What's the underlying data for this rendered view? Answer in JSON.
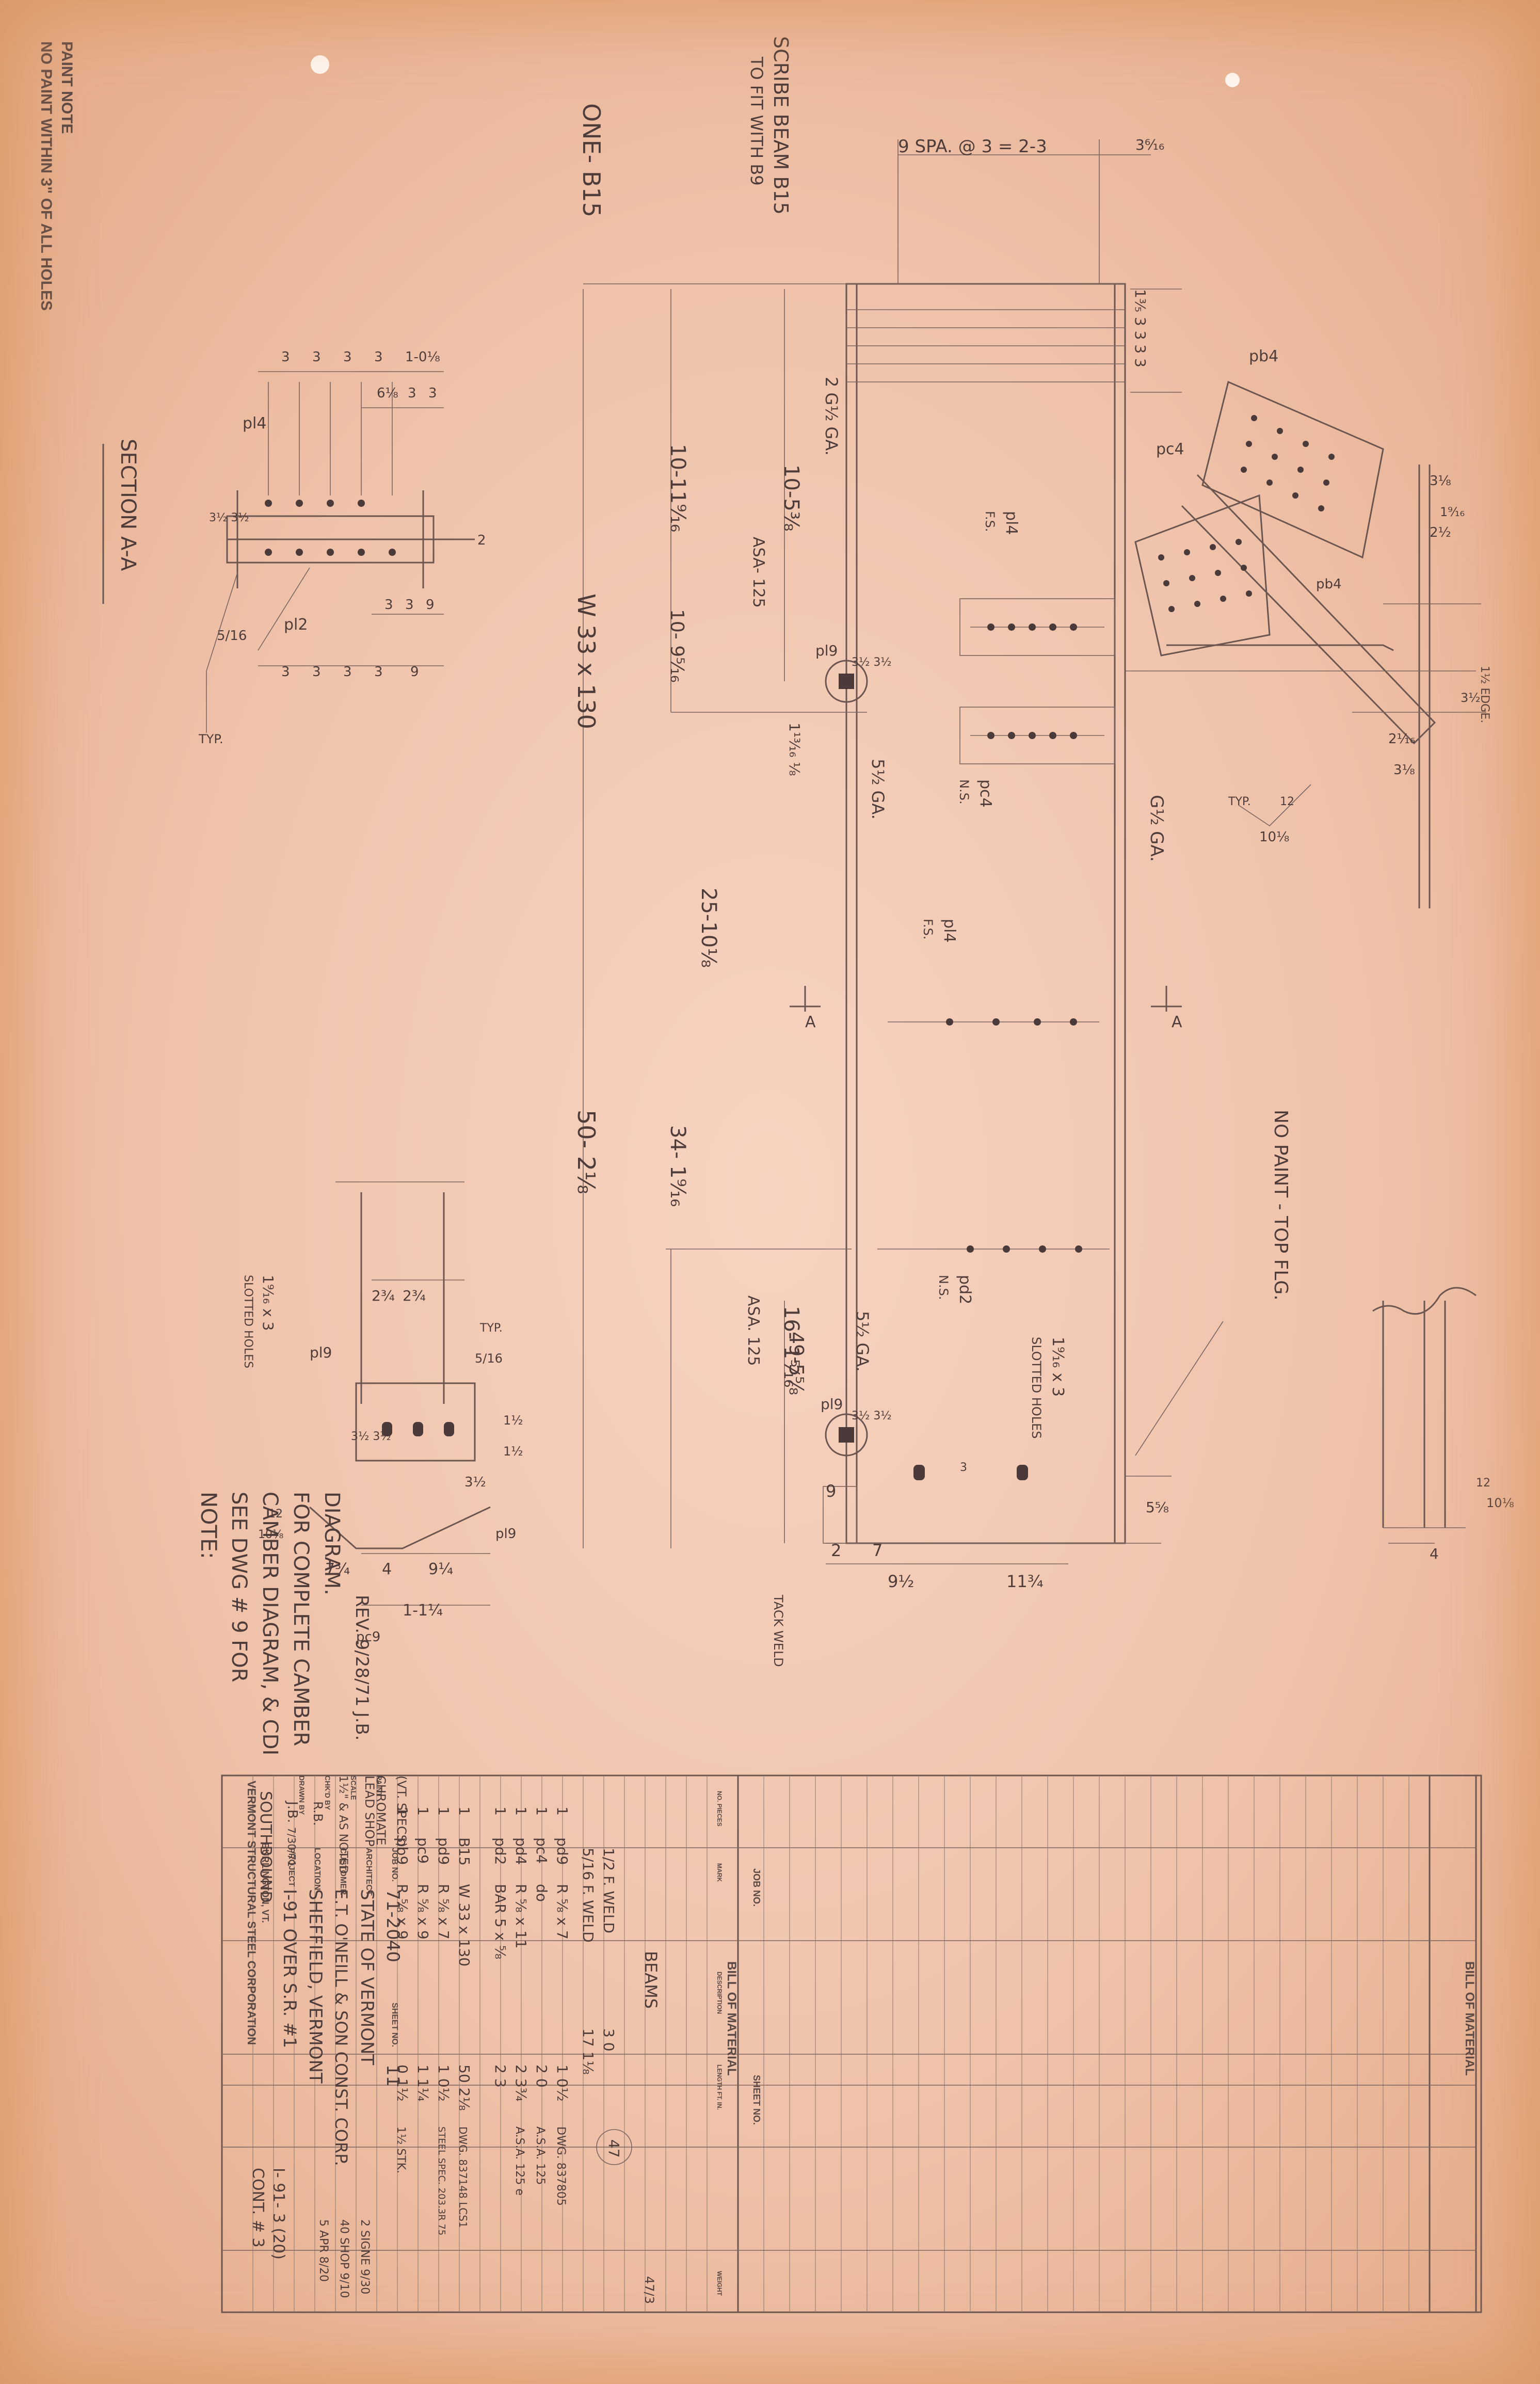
{
  "paint_note": {
    "line1": "PAINT NOTE",
    "line2": "NO PAINT WITHIN 3\" OF ALL HOLES"
  },
  "section": {
    "title": "SECTION A-A",
    "dims_top": [
      "3",
      "3",
      "3",
      "3",
      "1-0⅛"
    ],
    "dims_mid": [
      "6⅛",
      "3",
      "3"
    ],
    "dims_bot": [
      "3",
      "3",
      "3",
      "3",
      "9"
    ],
    "dims_bot2": [
      "3",
      "3",
      "9"
    ],
    "pl4": "pl4",
    "pl2": "pl2",
    "weld": "5/16",
    "typ": "TYP.",
    "side": "3½ 3½",
    "two": "2"
  },
  "main": {
    "scribe1": "SCRIBE BEAM B15",
    "scribe2": "TO FIT WITH B9",
    "one_b15": "ONE- B15",
    "w33": "W 33 x 130",
    "len_total": "50- 2⅛",
    "spa": "9  SPA. @ 3 = 2-3",
    "spa_end": "3⁶⁄₁₆",
    "top_stack": "1⅗ 3 3 3 3",
    "dim_10_11": "10-11⁹⁄₁₆",
    "dim_10_5": "10-5⅜",
    "dim_10_9": "10- 9⁵⁄₁₆",
    "asa1": "ASA- 125",
    "ga_top": "2 G½ GA.",
    "ga_mid": "5½ GA.",
    "ga_right": "G½ GA.",
    "pl9_top": "pl9",
    "pl9_bot": "pl9",
    "dim_1316": "1¹³⁄₁₆ ⅛",
    "dim_25": "25-10⅛",
    "dim_34": "34- 1⁹⁄₁₆",
    "dim_16": "16- 1⁵⁄₁₆",
    "asa2": "ASA. 125",
    "dim_49": "49-5⅝",
    "ga_bot": "5½ GA.",
    "slotted1": "1⁹⁄₁₆ x 3",
    "slotted1b": "SLOTTED HOLES",
    "nopaint": "NO PAINT - TOP FLG.",
    "pl4_fs1": "pl4",
    "fs1": "F.S.",
    "pl4_fs2": "pl4",
    "fs2": "F.S.",
    "pc4_ns": "pc4",
    "ns1": "N.S.",
    "pd2_ns": "pd2",
    "ns2": "N.S.",
    "pb4": "pb4",
    "pc4": "pc4",
    "pb4_2": "pb4",
    "a_mark": "A",
    "a_mark2": "A",
    "bottom_2": "2",
    "bottom_7": "7",
    "bottom_9": "9",
    "bottom_9half": "9½",
    "bottom_11": "11¾",
    "bottom_58": "5⅝",
    "tack": "TACK WELD",
    "three_h": "3½ 3½",
    "three_h2": "3½ 3½",
    "three": "3",
    "right_dims": [
      "3⅛",
      "1⁹⁄₁₆",
      "2½"
    ],
    "right_dims2": [
      "2¹⁄₁₆",
      "3⅛"
    ],
    "slope": "10⅛",
    "slope2": "12",
    "typ_right": "TYP.",
    "edge_right": "1½ EDGE.",
    "edge_right2": "3½"
  },
  "detail": {
    "dims_top": [
      "2¾",
      "2¾"
    ],
    "slotted": "1⁹⁄₁₆ x 3",
    "slotted_b": "SLOTTED HOLES",
    "pl9": "pl9",
    "typ": "TYP.",
    "weld": "5/16",
    "dims_side": [
      "1½",
      "3½ 3½",
      "1½"
    ],
    "dims_bot": [
      "7¾",
      "4",
      "9¼"
    ],
    "dim_11": "1-1¼",
    "dim_3half": "3½",
    "slope": "12",
    "slope_b": "10⅛",
    "pl9b": "pl9",
    "pc9": "pc9"
  },
  "note": {
    "title": "NOTE:",
    "line1": "SEE DWG # 9 FOR",
    "line2": "CAMBER DIAGRAM, & CDI",
    "line3": "FOR COMPLETE CAMBER",
    "line4": "DIAGRAM.",
    "rev": "REV. 9/28/71  J.B."
  },
  "right_detail": {
    "slope": "12",
    "slope_b": "10⅛",
    "dim": "4"
  },
  "title_block": {
    "company": "VERMONT STRUCTURAL STEEL CORPORATION",
    "city": "BURLINGTON, VT.",
    "southbound": "SOUTHBOUND",
    "project_lbl": "PROJECT",
    "project": "I-91 OVER  S.R. #1",
    "location_lbl": "LOCATION",
    "location": "SHEFFIELD, VERMONT",
    "customer_lbl": "CUSTOMER",
    "customer": "E.T. O'NEILL & SON CONST. CORP.",
    "architect_lbl": "ARCHITECT",
    "architect": "STATE OF VERMONT",
    "job_lbl": "JOB NO.",
    "job": "71-2040",
    "sheet_lbl": "SHEET NO.",
    "sheet": "11",
    "drawn_lbl": "DRAWN BY",
    "drawn": "J.B.",
    "drawn_date": "7/30/71",
    "chk_lbl": "CHK'D BY",
    "chk": "R.B.",
    "scale_lbl": "SCALE",
    "scale": "1½\" & AS NOTED",
    "paint_lbl": "PAINT",
    "paint": "LEAD SHOP",
    "paint2": "CHROMATE",
    "paint3": "(VT. SPECS)",
    "contract": "CONT. # 3",
    "contract2": "I- 91- 3 (20)",
    "rev_rows": [
      "5  APR  8/20",
      "40  SHOP 9/10",
      "2  SIGNE 9/30"
    ],
    "bom_title": "BILL OF MATERIAL",
    "bom_title2": "BILL OF MATERIAL",
    "job_no_lbl": "JOB NO.",
    "sheet_no_lbl": "SHEET NO.",
    "beams": "BEAMS",
    "circ": "47",
    "col_heads": [
      "NO. PIECES",
      "MARK",
      "DESCRIPTION",
      "LENGTH FT. IN.",
      "WEIGHT"
    ],
    "rows": [
      [
        "1",
        "B15",
        "W 33 x 130",
        "50 2⅛",
        "DWG. 837148  LCS1"
      ],
      [
        "1",
        "pd9",
        "R ⅝ x 7",
        "1 0½",
        "STEEL SPEC. 203.3R  75"
      ],
      [
        "1",
        "pc9",
        "R ⅝ x 9",
        "1 1¼",
        ""
      ],
      [
        "1",
        "pb9",
        "R ⅝ x 9",
        "0 1½",
        "1½ STK."
      ],
      [
        "1",
        "pd2",
        "BAR 5 x ⅝",
        "2 3",
        ""
      ],
      [
        "1",
        "pd4",
        "R ⅝ x 11",
        "2 3¾",
        "A.S.A. 125 e"
      ],
      [
        "1",
        "pc4",
        "do",
        "2 0",
        "A.S.A. 125"
      ],
      [
        "1",
        "pd9",
        "R ⅝ x 7",
        "1 0½",
        "DWG. 837805"
      ]
    ],
    "weld1": "5/16 F. WELD",
    "weld1v": "17 1⅛",
    "weld2": "1/2 F. WELD",
    "weld2v": "3 0",
    "total": "47/3"
  }
}
